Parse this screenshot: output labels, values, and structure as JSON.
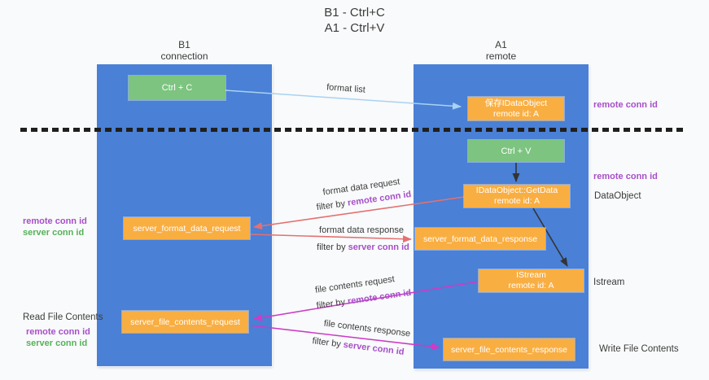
{
  "title": {
    "line1": "B1 - Ctrl+C",
    "line2": "A1 - Ctrl+V"
  },
  "lanes": {
    "left": {
      "name": "B1",
      "subtitle": "connection"
    },
    "right": {
      "name": "A1",
      "subtitle": "remote"
    }
  },
  "nodes": {
    "ctrl_c": {
      "label": "Ctrl + C"
    },
    "ctrl_v": {
      "label": "Ctrl + V"
    },
    "save_idataobject": {
      "line1": "保存IDataObject",
      "line2": "remote id: A"
    },
    "idataobject_getdata": {
      "line1": "IDataObject::GetData",
      "line2": "remote id: A"
    },
    "istream": {
      "line1": "IStream",
      "line2": "remote id: A"
    },
    "server_format_data_request": {
      "label": "server_format_data_request"
    },
    "server_format_data_response": {
      "label": "server_format_data_response"
    },
    "server_file_contents_request": {
      "label": "server_file_contents_request"
    },
    "server_file_contents_response": {
      "label": "server_file_contents_response"
    }
  },
  "edge_labels": {
    "format_list": "format list",
    "format_data_request": "format data request",
    "format_data_response": "format data response",
    "file_contents_request": "file contents request",
    "file_contents_response": "file contents response",
    "filter_by": "filter by",
    "remote_conn_id": "remote conn id",
    "server_conn_id": "server conn id"
  },
  "side_labels": {
    "remote_conn_id": "remote conn id",
    "server_conn_id": "server conn id",
    "dataobject": "DataObject",
    "istream": "Istream",
    "read_file_contents": "Read File Contents",
    "write_file_contents": "Write File Contents"
  },
  "colors": {
    "bg": "#f9fafb",
    "lane_blue": "#4a80d5",
    "box_green": "#7cc47f",
    "box_orange": "#f9ae42",
    "text_dark": "#3b3b3b",
    "text_white": "#ffffff",
    "purple": "#a64fc8",
    "green_id": "#54b258",
    "arrow_salmon": "#e57070",
    "arrow_magenta": "#cc3cc6",
    "arrow_lightblue": "#a8d2f2",
    "arrow_black": "#333333",
    "dash_black": "#1f1f1f"
  }
}
